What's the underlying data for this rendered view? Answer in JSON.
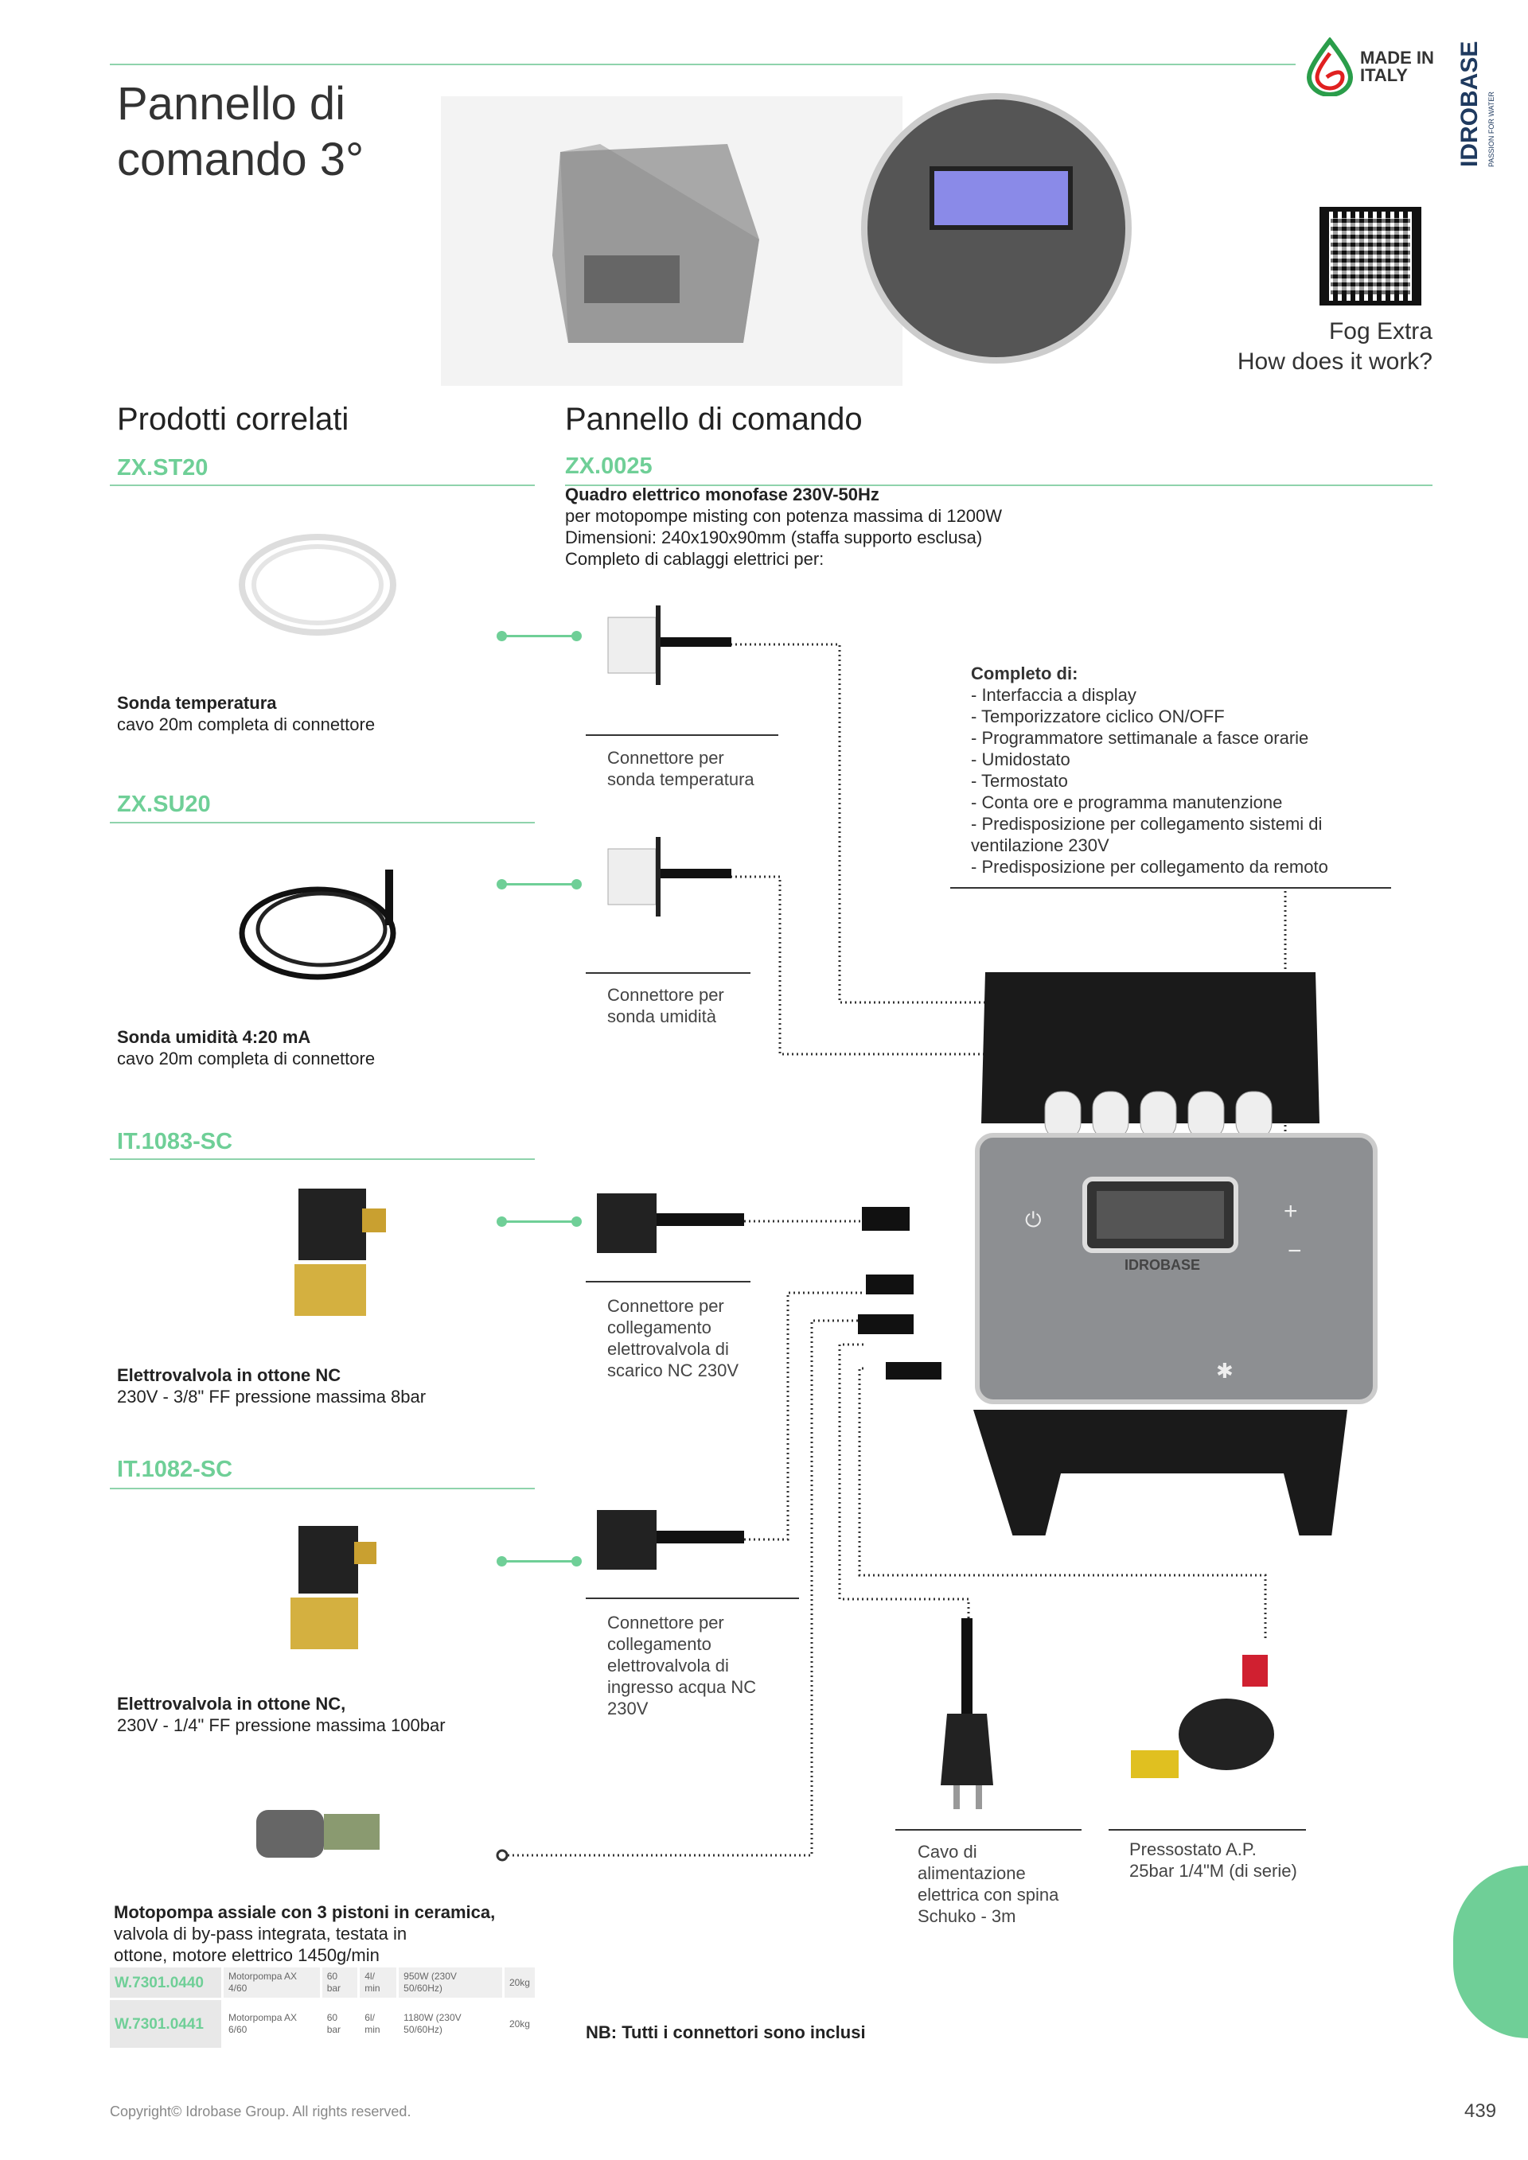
{
  "header": {
    "title_line1": "Pannello di",
    "title_line2": "comando 3°",
    "made_in_italy": "MADE IN ITALY",
    "brand": "IDROBASE",
    "brand_tagline": "PASSION FOR WATER",
    "qr_caption_1": "Fog Extra",
    "qr_caption_2": "How does it work?"
  },
  "related": {
    "heading": "Prodotti correlati",
    "items": [
      {
        "code": "ZX.ST20",
        "name": "Sonda temperatura",
        "desc": "cavo 20m completa di connettore"
      },
      {
        "code": "ZX.SU20",
        "name": "Sonda umidità 4:20 mA",
        "desc": "cavo 20m completa di connettore"
      },
      {
        "code": "IT.1083-SC",
        "name": "Elettrovalvola in ottone NC",
        "desc": "230V - 3/8\" FF pressione massima 8bar"
      },
      {
        "code": "IT.1082-SC",
        "name": "Elettrovalvola in ottone NC,",
        "desc": "230V - 1/4\" FF pressione massima 100bar"
      }
    ],
    "pump": {
      "name": "Motopompa assiale con 3 pistoni in ceramica,",
      "desc1": "valvola di by-pass integrata, testata in",
      "desc2": "ottone, motore elettrico 1450g/min",
      "table": [
        [
          "W.7301.0440",
          "Motorpompa AX 4/60",
          "60 bar",
          "4l/ min",
          "950W (230V 50/60Hz)",
          "20kg"
        ],
        [
          "W.7301.0441",
          "Motorpompa AX 6/60",
          "60 bar",
          "6l/ min",
          "1180W (230V 50/60Hz)",
          "20kg"
        ]
      ]
    }
  },
  "panel": {
    "heading": "Pannello di comando",
    "code": "ZX.0025",
    "title": "Quadro elettrico monofase 230V-50Hz",
    "lines": [
      "per motopompe misting con potenza massima di 1200W",
      "Dimensioni: 240x190x90mm (staffa supporto esclusa)",
      "Completo di cablaggi elettrici per:"
    ],
    "connectors": [
      [
        "Connettore per",
        "sonda temperatura"
      ],
      [
        "Connettore per",
        "sonda umidità"
      ],
      [
        "Connettore per",
        "collegamento",
        "elettrovalvola di",
        "scarico NC 230V"
      ],
      [
        "Connettore per",
        "collegamento",
        "elettrovalvola di",
        "ingresso acqua NC",
        "230V"
      ]
    ],
    "complete_heading": "Completo di:",
    "complete_items": [
      "- Interfaccia a display",
      "- Temporizzatore ciclico ON/OFF",
      "- Programmatore settimanale a fasce orarie",
      "- Umidostato",
      "- Termostato",
      "- Conta ore e programma manutenzione",
      "- Predisposizione per collegamento sistemi di ventilazione 230V",
      "- Predisposizione per collegamento da remoto"
    ],
    "cable": [
      "Cavo di",
      "alimentazione",
      "elettrica con spina",
      "Schuko - 3m"
    ],
    "pressure": [
      "Pressostato A.P.",
      "25bar 1/4\"M (di serie)"
    ],
    "note": "NB: Tutti i connettori sono inclusi",
    "box_brand": "IDROBASE"
  },
  "footer": {
    "copyright": "Copyright© Idrobase Group. All rights reserved.",
    "page": "439"
  },
  "colors": {
    "accent": "#6fcf97",
    "brand": "#1f3a5f"
  }
}
